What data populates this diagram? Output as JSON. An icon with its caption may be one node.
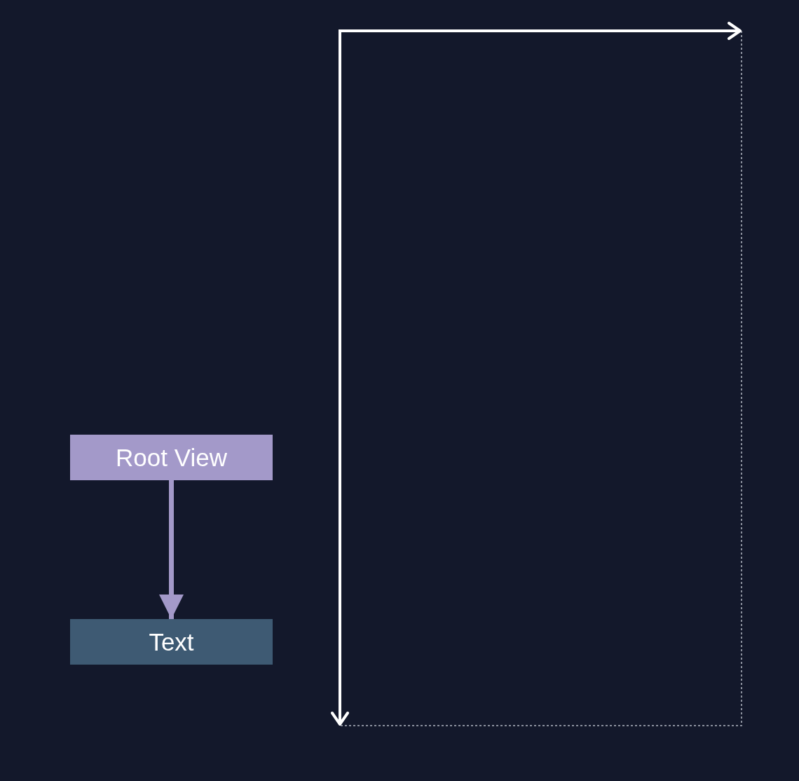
{
  "diagram": {
    "nodes": [
      {
        "text": [
          "Root View"
        ]
      },
      {
        "text": [
          "Text"
        ]
      }
    ],
    "edges": [
      {
        "from": 0,
        "to": 1,
        "arrow": "to"
      }
    ]
  }
}
